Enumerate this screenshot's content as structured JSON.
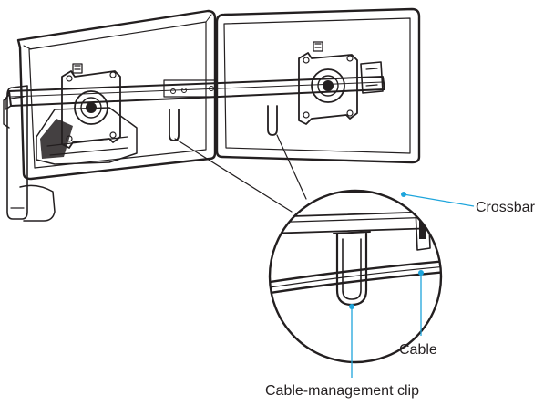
{
  "callouts": {
    "crossbar": "Crossbar",
    "cable": "Cable",
    "cable_clip": "Cable-management clip"
  },
  "colors": {
    "line_art": "#231f20",
    "leader_lines": "#1ea5dc",
    "background": "#ffffff"
  }
}
